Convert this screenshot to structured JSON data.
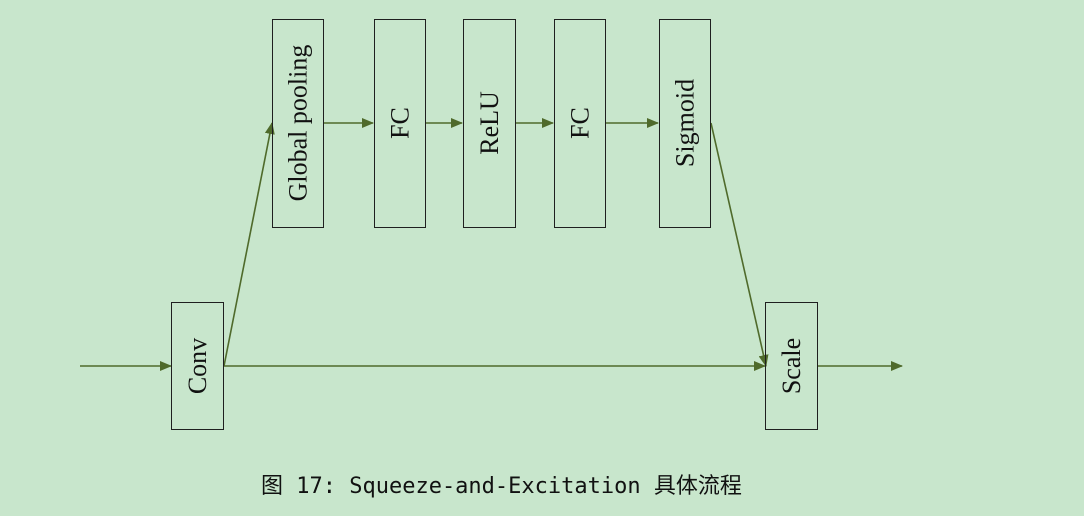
{
  "diagram": {
    "blocks": [
      {
        "id": "conv",
        "label": "Conv"
      },
      {
        "id": "global-pooling",
        "label": "Global pooling"
      },
      {
        "id": "fc-1",
        "label": "FC"
      },
      {
        "id": "relu",
        "label": "ReLU"
      },
      {
        "id": "fc-2",
        "label": "FC"
      },
      {
        "id": "sigmoid",
        "label": "Sigmoid"
      },
      {
        "id": "scale",
        "label": "Scale"
      }
    ],
    "edge_color": "#4f6a2b",
    "background": "#c8e6cc"
  },
  "caption": "图 17: Squeeze-and-Excitation 具体流程"
}
